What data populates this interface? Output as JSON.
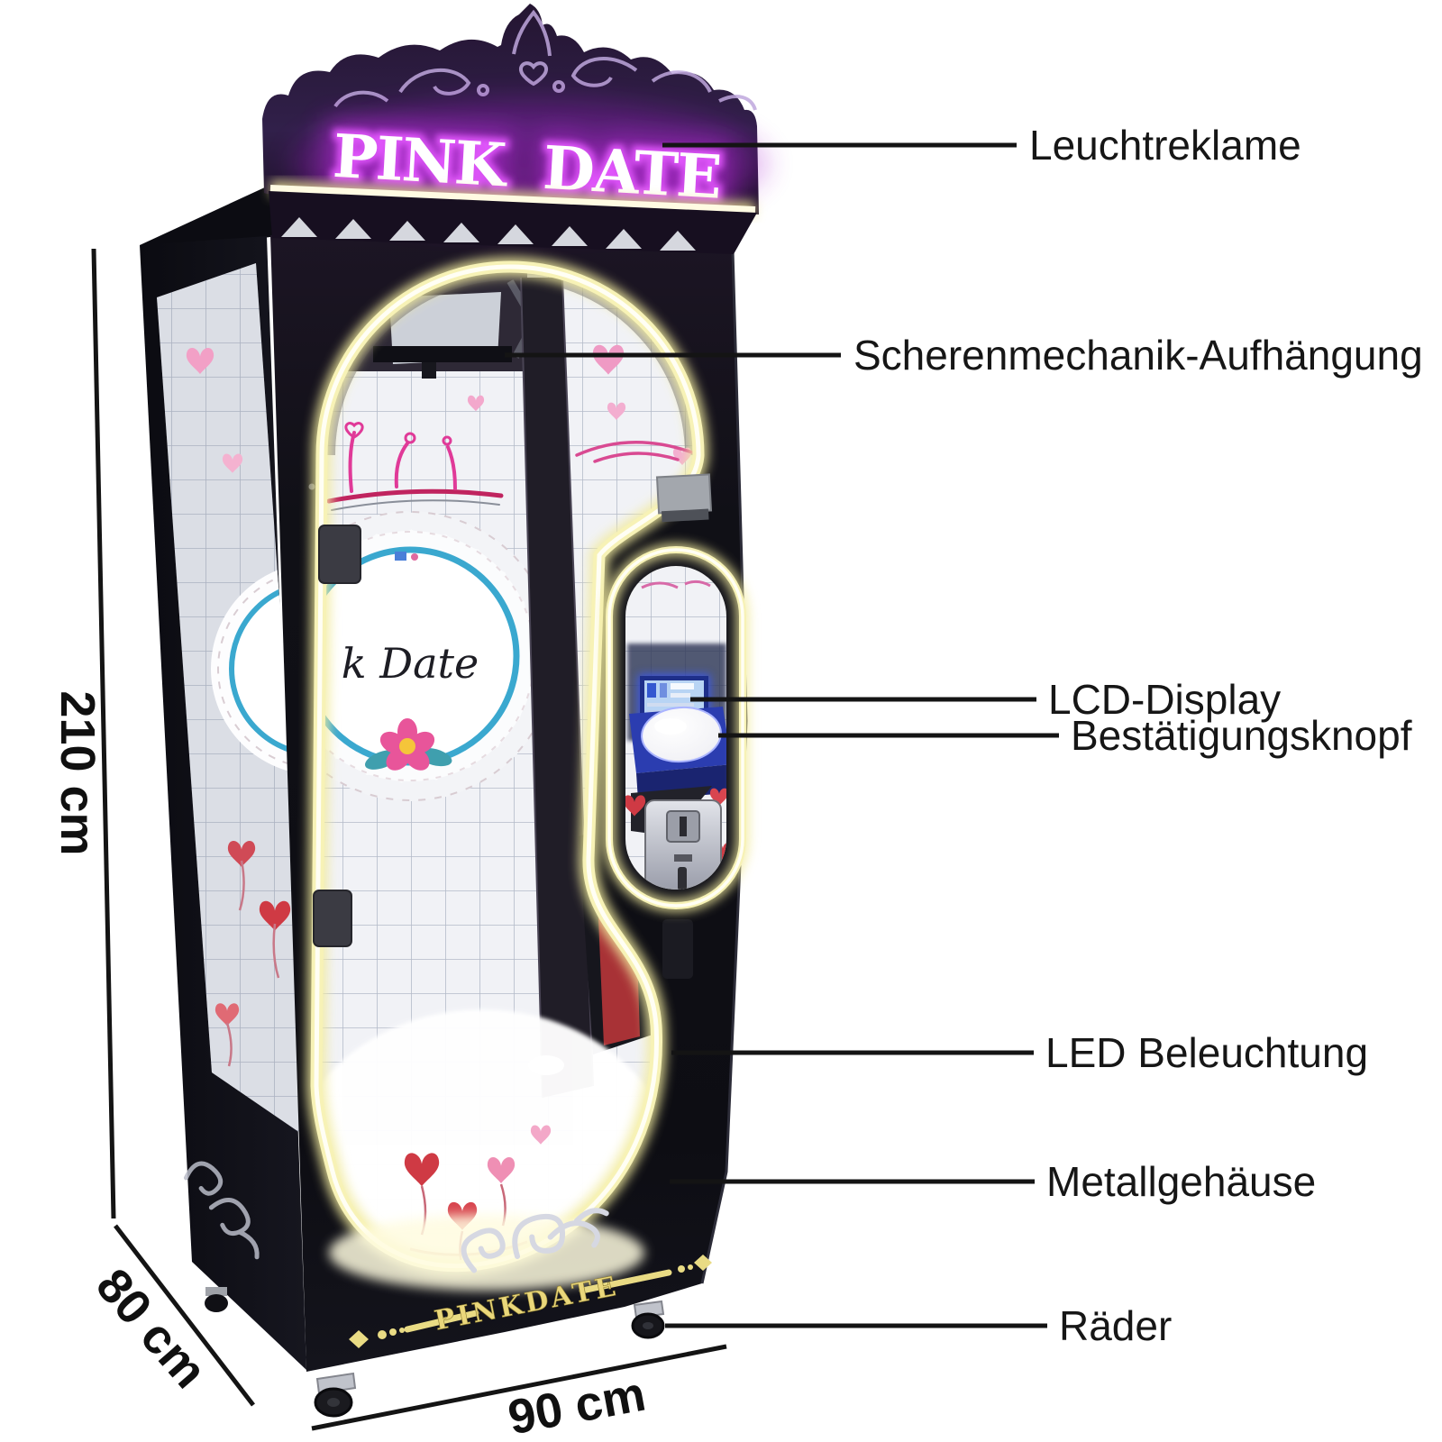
{
  "diagram": {
    "product": {
      "sign_text": "PINK DATE",
      "base_brand": "PINKDATE",
      "decal_text": "k  Date"
    },
    "labels": {
      "sign": "Leuchtreklame",
      "mechanism": "Scherenmechanik-Aufhängung",
      "display": "LCD-Display",
      "button": "Bestätigungsknopf",
      "led": "LED Beleuchtung",
      "housing": "Metallgehäuse",
      "wheels": "Räder"
    },
    "dimensions": {
      "height": "210 cm",
      "depth": "80 cm",
      "width": "90 cm"
    },
    "colors": {
      "neon_magenta": "#d63cf0",
      "led_strip": "#f6eeae",
      "gold": "#e9db84",
      "silver": "#d6d8e2",
      "doily_ring": "#3aa8cf",
      "lcd_blue": "#3a57e8",
      "heart_pink": "#f297c2",
      "heart_red": "#cf3a44",
      "cabinet_black": "#101016",
      "label_text": "#161616"
    }
  }
}
